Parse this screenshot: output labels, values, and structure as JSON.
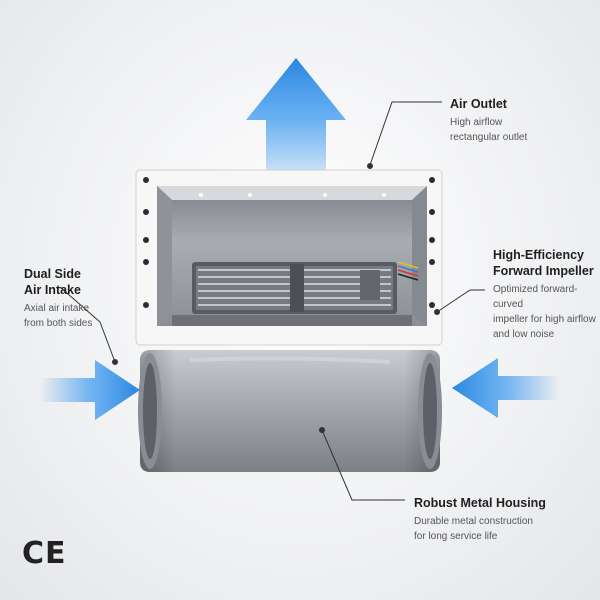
{
  "callouts": {
    "outlet": {
      "title": "Air Outlet",
      "desc_lines": [
        "High airflow",
        "rectangular outlet"
      ]
    },
    "impeller": {
      "title_lines": [
        "High-Efficiency",
        "Forward Impeller"
      ],
      "desc_lines": [
        "Optimized forward-curved",
        "impeller for high airflow",
        "and low noise"
      ]
    },
    "intake": {
      "title_lines": [
        "Dual Side",
        "Air Intake"
      ],
      "desc_lines": [
        "Axial air intake",
        "from both sides"
      ]
    },
    "housing": {
      "title": "Robust Metal Housing",
      "desc_lines": [
        "Durable metal construction",
        "for long service life"
      ]
    }
  },
  "certification_mark": "CE",
  "colors": {
    "arrow": "#2f8fe6",
    "housing": "#9ea2a7",
    "flange": "#f7f7f8",
    "text": "#1f1f1f"
  },
  "icons": [
    "arrow-up-icon",
    "arrow-right-icon",
    "arrow-left-icon",
    "ce-mark-icon"
  ]
}
